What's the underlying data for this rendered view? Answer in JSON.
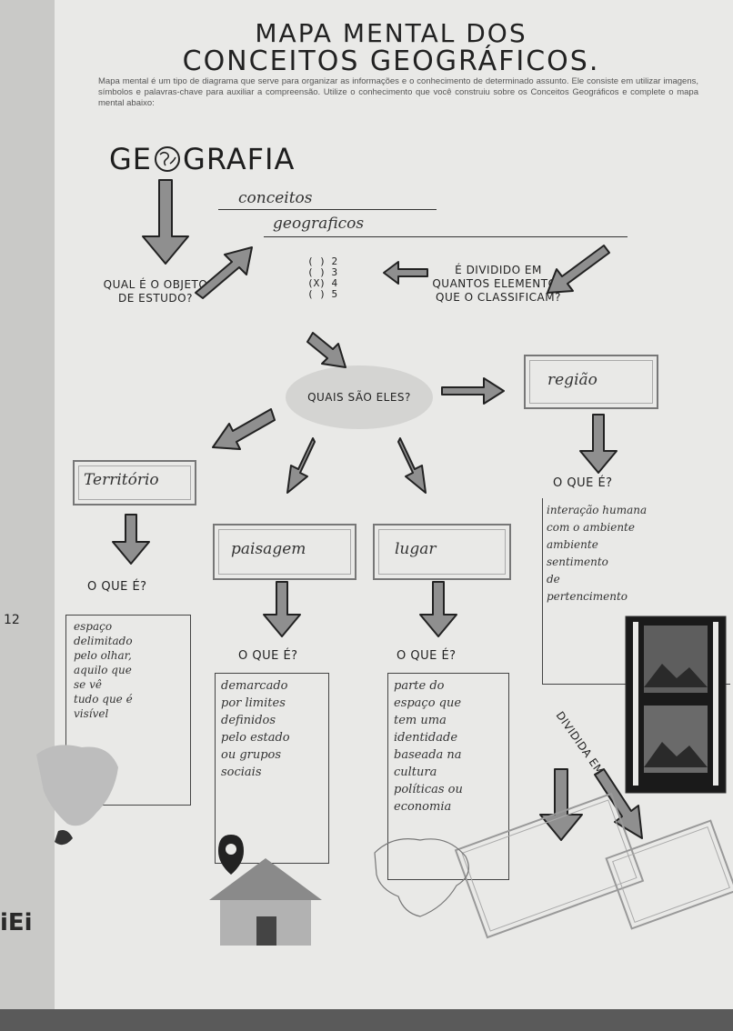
{
  "header": {
    "title_line1": "MAPA MENTAL DOS",
    "title_line2": "CONCEITOS GEOGRÁFICOS.",
    "intro": "Mapa mental é um tipo de diagrama que serve para organizar as informações e o conhecimento de determinado assunto. Ele consiste em utilizar imagens, símbolos e palavras-chave para auxiliar a compreensão. Utilize o conhecimento que você construiu sobre os Conceitos Geográficos e complete o mapa mental abaixo:"
  },
  "center": {
    "word_left": "GE",
    "word_right": "GRAFIA",
    "handwritten_line1": "conceitos",
    "handwritten_line2": "geograficos"
  },
  "object_question": "QUAL É O OBJETO DE ESTUDO?",
  "options": [
    {
      "mark": "( )",
      "num": "2"
    },
    {
      "mark": "( )",
      "num": "3"
    },
    {
      "mark": "(X)",
      "num": "4"
    },
    {
      "mark": "( )",
      "num": "5"
    }
  ],
  "divided_question": "É DIVIDIDO EM QUANTOS ELEMENTOS QUE O CLASSIFICAM?",
  "ellipse_text": "QUAIS SÃO ELES?",
  "concepts": {
    "territorio": "Território",
    "paisagem": "paisagem",
    "lugar": "lugar",
    "regiao": "região"
  },
  "what_is": "O QUE É?",
  "answers": {
    "territorio": [
      "espaço",
      "delimitado",
      "pelo olhar,",
      "aquilo que",
      "se vê",
      "tudo que é",
      "visível"
    ],
    "paisagem": [
      "demarcado",
      "por limites",
      "definidos",
      "pelo estado",
      "ou grupos",
      "sociais"
    ],
    "lugar": [
      "parte do",
      "espaço que",
      "tem uma",
      "identidade",
      "baseada na",
      "cultura",
      "políticas ou",
      "economia"
    ],
    "regiao": [
      "interação humana",
      "com o ambiente",
      "ambiente",
      "sentimento",
      "de",
      "pertencimento"
    ]
  },
  "dividida_em": "DIVIDIDA EM",
  "margin_number": "12",
  "logo_text": "iEi"
}
